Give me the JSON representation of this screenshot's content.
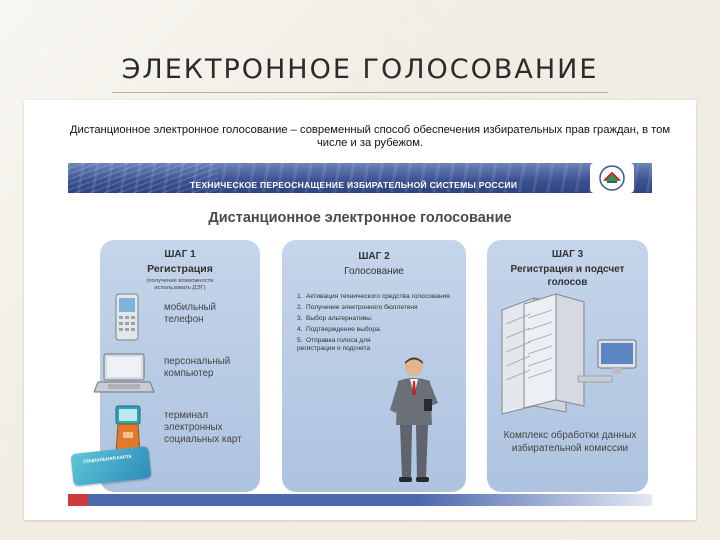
{
  "slide": {
    "title": "ЭЛЕКТРОННОЕ ГОЛОСОВАНИЕ",
    "intro": "Дистанционное электронное голосование – современный способ обеспечения избирательных прав граждан, в том числе и за рубежом."
  },
  "banner": {
    "text": "ТЕХНИЧЕСКОЕ ПЕРЕОСНАЩЕНИЕ ИЗБИРАТЕЛЬНОЙ СИСТЕМЫ РОССИИ"
  },
  "diagram": {
    "title": "Дистанционное электронное голосование",
    "step1": {
      "num": "ШАГ 1",
      "name": "Регистрация",
      "note": "(получение возможности использовать ДЭГ)",
      "devices": [
        {
          "icon": "mobile-phone-icon",
          "label": "мобильный телефон"
        },
        {
          "icon": "laptop-icon",
          "label": "персональный компьютер"
        },
        {
          "icon": "kiosk-terminal-icon",
          "label": "терминал электронных социальных карт"
        }
      ],
      "card_text": "СОЦИАЛЬНАЯ КАРТА"
    },
    "step2": {
      "num": "ШАГ 2",
      "name": "Голосование",
      "items": [
        {
          "n": "1.",
          "text": "Активация технического средства голосования"
        },
        {
          "n": "2.",
          "text": "Получение электронного бюллетеня"
        },
        {
          "n": "3.",
          "text": "Выбор альтернативы."
        },
        {
          "n": "4.",
          "text": "Подтверждение выбора."
        },
        {
          "n": "5.",
          "text": "Отправка голоса для регистрации и подсчета"
        }
      ]
    },
    "step3": {
      "num": "ШАГ 3",
      "name": "Регистрация и подсчет голосов",
      "caption": "Комплекс обработки данных избирательной комиссии"
    }
  },
  "colors": {
    "column_fill": "#b8cbe4",
    "banner": "#3e5393",
    "accent_red": "#c7242b"
  }
}
